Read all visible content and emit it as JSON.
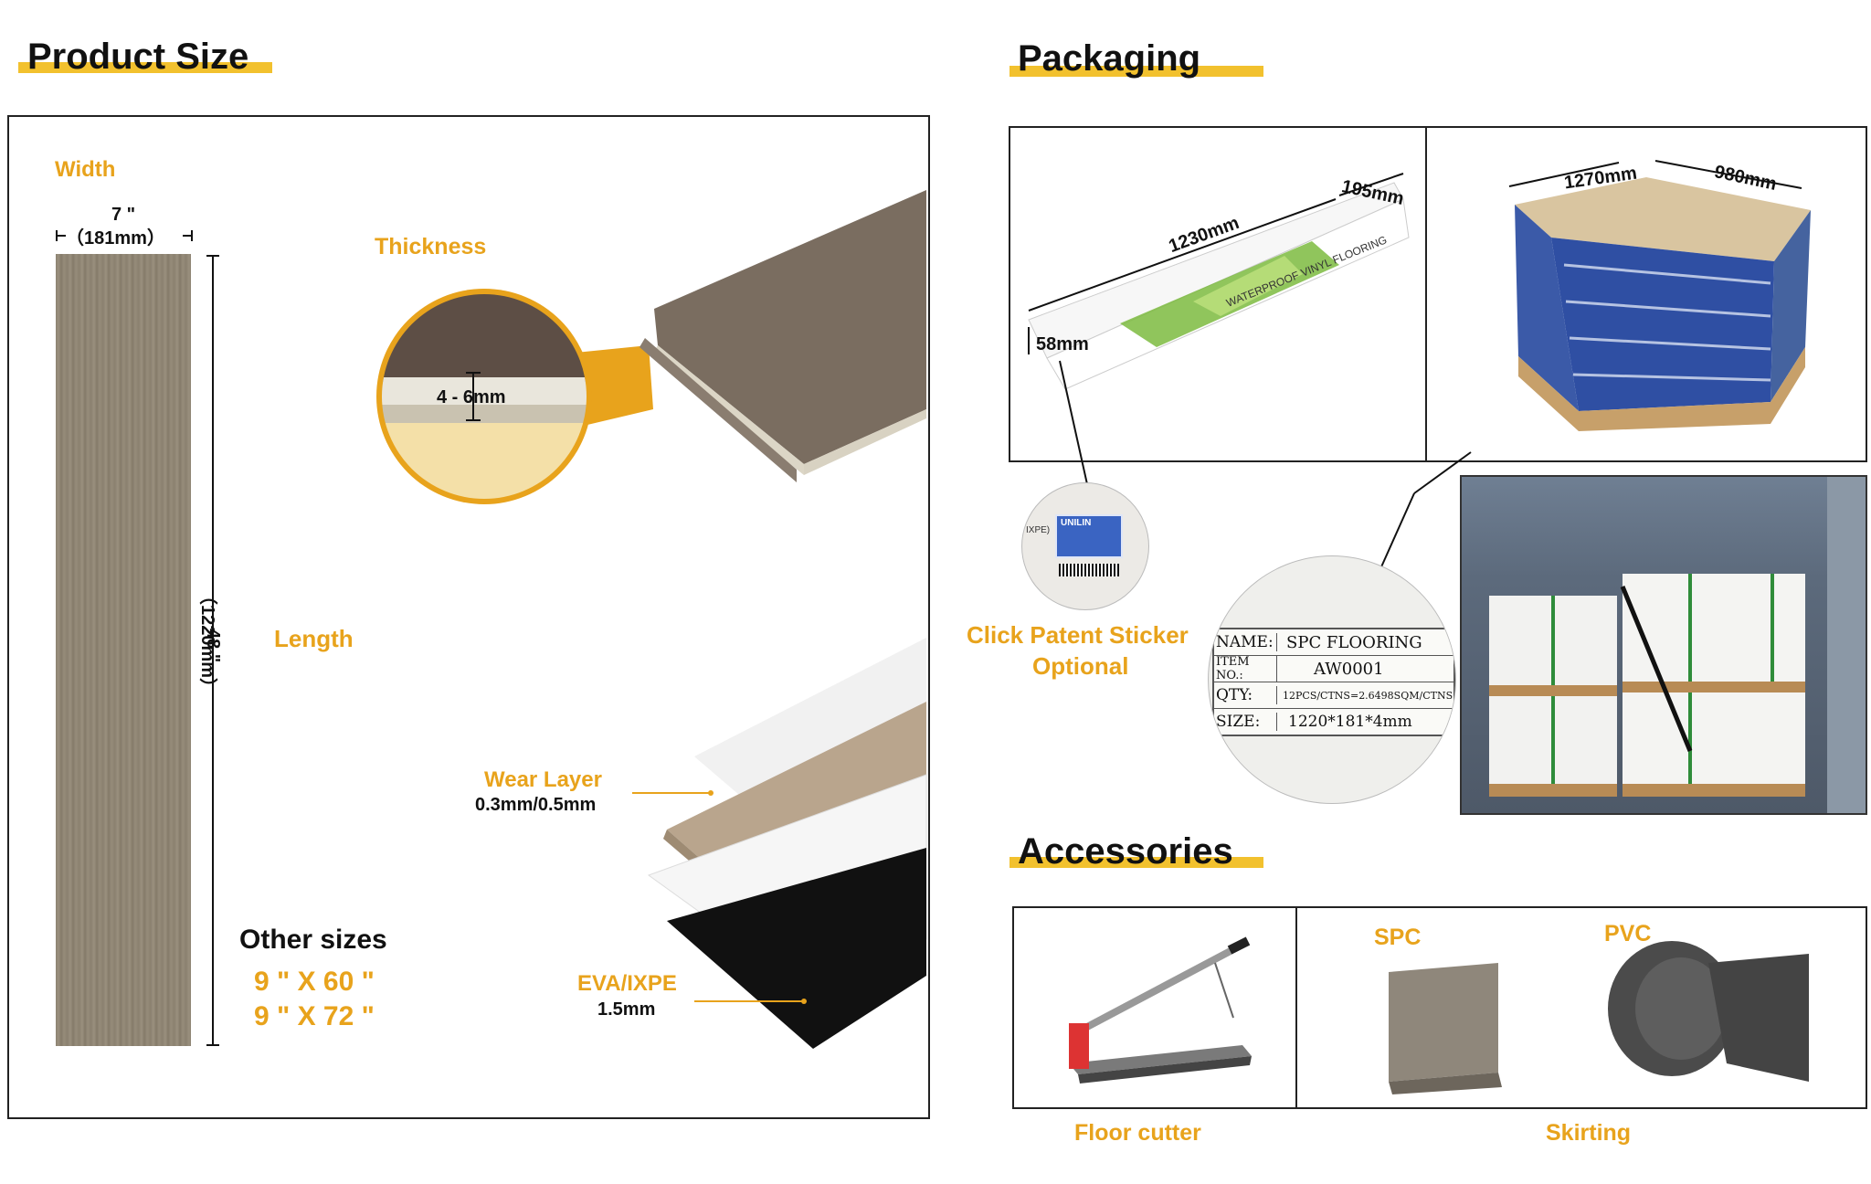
{
  "product_size": {
    "title": "Product Size",
    "width_label": "Width",
    "width_inch": "7 \"",
    "width_mm": "（181mm）",
    "length_label": "Length",
    "length_inch": "48 \"",
    "length_mm": "（1220mm）",
    "thickness_label": "Thickness",
    "thickness_value": "4 - 6mm",
    "wear_layer_label": "Wear Layer",
    "wear_layer_value": "0.3mm/0.5mm",
    "underlay_label": "EVA/IXPE",
    "underlay_value": "1.5mm",
    "other_sizes_label": "Other sizes",
    "other_sizes": [
      "9 \" X 60 \"",
      "9 \" X 72 \""
    ]
  },
  "packaging": {
    "title": "Packaging",
    "box_length": "1230mm",
    "box_width": "195mm",
    "box_height": "58mm",
    "box_print": "WATERPROOF VINYL FLOORING",
    "pallet_length": "1270mm",
    "pallet_width": "980mm",
    "sticker_caption_line1": "Click Patent Sticker",
    "sticker_caption_line2": "Optional",
    "sticker_brand": "UNILIN",
    "sticker_side": "IXPE)",
    "label_rows": [
      {
        "key": "NAME:",
        "value": "SPC FLOORING"
      },
      {
        "key": "ITEM NO.:",
        "value": "AW0001"
      },
      {
        "key": "QTY:",
        "value": "12PCS/CTNS=2.6498SQM/CTNS"
      },
      {
        "key": "SIZE:",
        "value": "1220*181*4mm"
      }
    ]
  },
  "accessories": {
    "title": "Accessories",
    "floor_cutter": "Floor cutter",
    "spc": "SPC",
    "pvc": "PVC",
    "skirting": "Skirting"
  },
  "colors": {
    "accent": "#e8a31c",
    "title_bar": "#f2c12e",
    "wood": "#8f8574",
    "pallet_blue": "#2f4fa3"
  }
}
